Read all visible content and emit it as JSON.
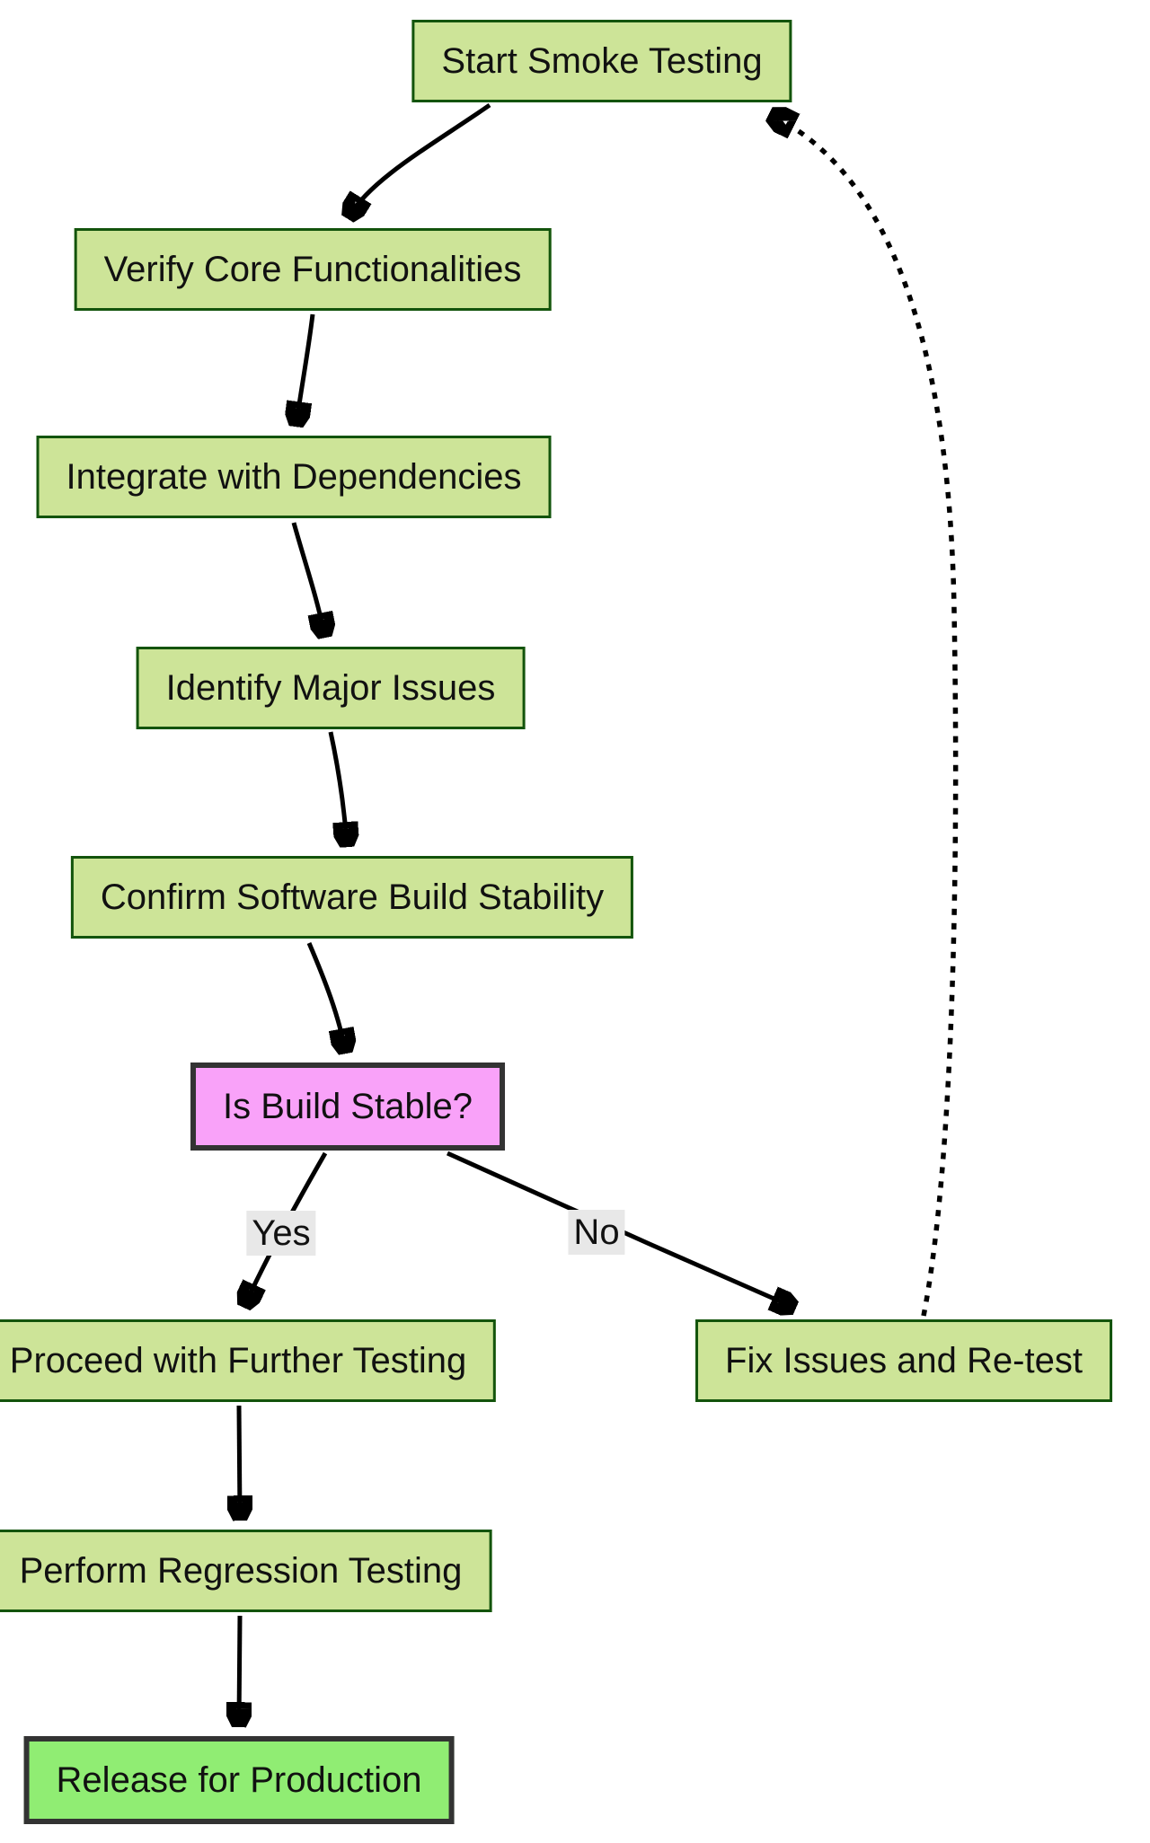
{
  "diagram": {
    "type": "flowchart",
    "direction": "top-down",
    "nodes": [
      {
        "id": "start",
        "label": "Start Smoke Testing",
        "shape": "rect",
        "style": "process"
      },
      {
        "id": "verify",
        "label": "Verify Core Functionalities",
        "shape": "rect",
        "style": "process"
      },
      {
        "id": "integrate",
        "label": "Integrate with Dependencies",
        "shape": "rect",
        "style": "process"
      },
      {
        "id": "identify",
        "label": "Identify Major Issues",
        "shape": "rect",
        "style": "process"
      },
      {
        "id": "confirm",
        "label": "Confirm Software Build Stability",
        "shape": "rect",
        "style": "process"
      },
      {
        "id": "decision",
        "label": "Is Build Stable?",
        "shape": "rect",
        "style": "decision"
      },
      {
        "id": "proceed",
        "label": "Proceed with Further Testing",
        "shape": "rect",
        "style": "process"
      },
      {
        "id": "fix",
        "label": "Fix Issues and Re-test",
        "shape": "rect",
        "style": "process"
      },
      {
        "id": "regression",
        "label": "Perform Regression Testing",
        "shape": "rect",
        "style": "process"
      },
      {
        "id": "release",
        "label": "Release for Production",
        "shape": "rect",
        "style": "release"
      }
    ],
    "edges": [
      {
        "from": "start",
        "to": "verify",
        "label": "",
        "style": "solid"
      },
      {
        "from": "verify",
        "to": "integrate",
        "label": "",
        "style": "solid"
      },
      {
        "from": "integrate",
        "to": "identify",
        "label": "",
        "style": "solid"
      },
      {
        "from": "identify",
        "to": "confirm",
        "label": "",
        "style": "solid"
      },
      {
        "from": "confirm",
        "to": "decision",
        "label": "",
        "style": "solid"
      },
      {
        "from": "decision",
        "to": "proceed",
        "label": "Yes",
        "style": "solid"
      },
      {
        "from": "decision",
        "to": "fix",
        "label": "No",
        "style": "solid"
      },
      {
        "from": "proceed",
        "to": "regression",
        "label": "",
        "style": "solid"
      },
      {
        "from": "regression",
        "to": "release",
        "label": "",
        "style": "solid"
      },
      {
        "from": "fix",
        "to": "start",
        "label": "",
        "style": "dashed"
      }
    ],
    "colors": {
      "process_fill": "#cde498",
      "process_border": "#13540c",
      "decision_fill": "#f9a2f9",
      "decision_border": "#333333",
      "release_fill": "#90ed73",
      "release_border": "#333333",
      "edge_color": "#000000",
      "edge_label_bg": "#e8e8e8",
      "text_color": "#111111",
      "background": "#ffffff"
    }
  }
}
